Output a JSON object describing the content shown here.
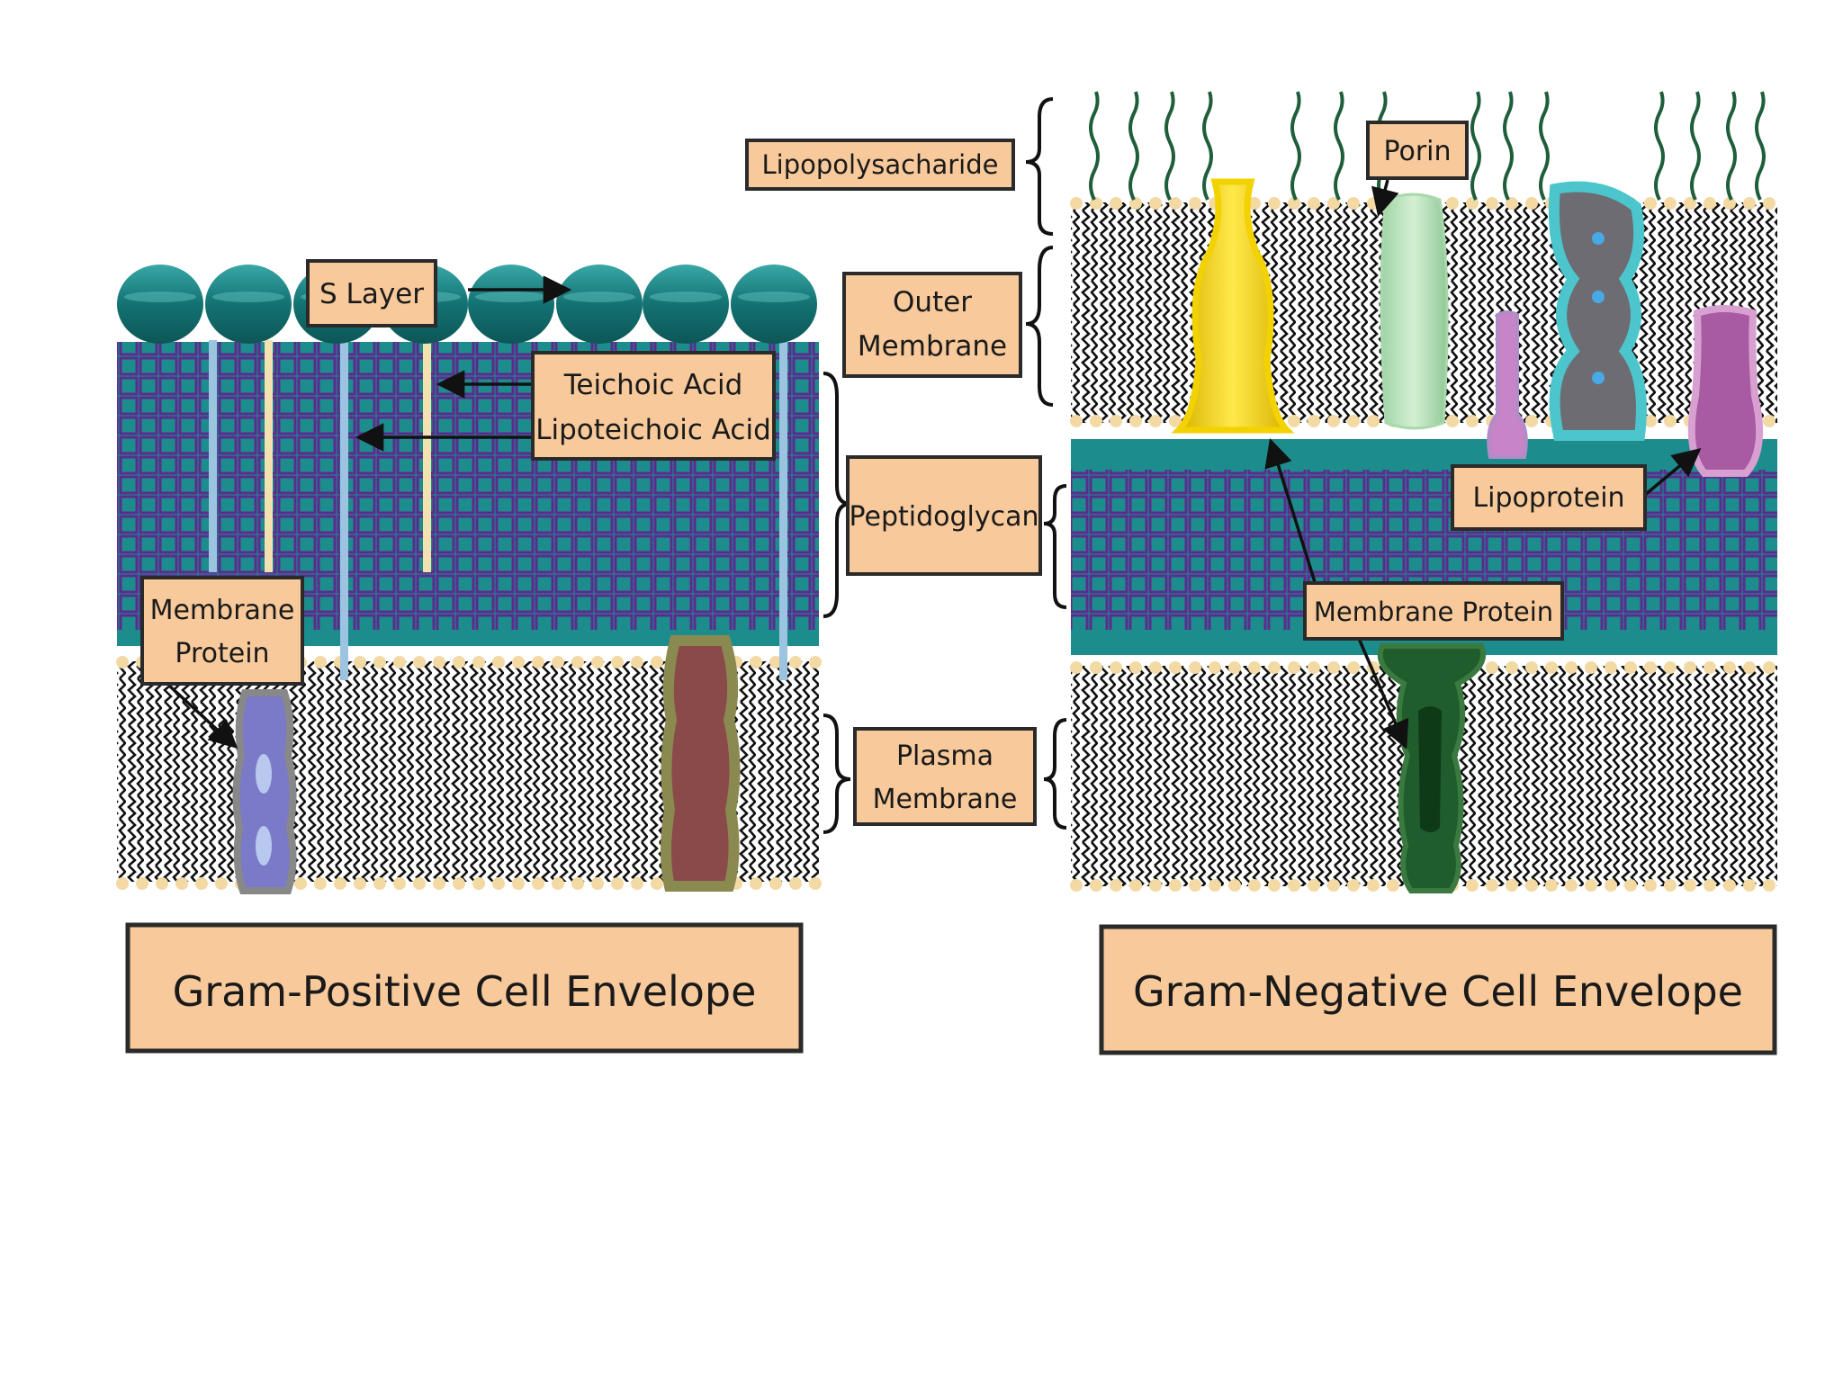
{
  "diagram": {
    "colors": {
      "label_fill": "#f7c99b",
      "label_stroke": "#2a2a2a",
      "peptidoglycan_teal": "#1d8c8c",
      "peptidoglycan_grid": "#5b2c8e",
      "s_layer_teal": "#157a7a",
      "lipid_head": "#f3d9a4",
      "lipid_tail": "#111111",
      "lps_chain": "#1f5e3a"
    },
    "labels": {
      "s_layer": "S Layer",
      "teichoic_1": "Teichoic Acid",
      "teichoic_2": "Lipoteichoic Acid",
      "membrane_protein_left_1": "Membrane",
      "membrane_protein_left_2": "Protein",
      "lipopolysaccharide": "Lipopolysacharide",
      "outer_membrane_1": "Outer",
      "outer_membrane_2": "Membrane",
      "peptidoglycan": "Peptidoglycan",
      "plasma_membrane_1": "Plasma",
      "plasma_membrane_2": "Membrane",
      "porin": "Porin",
      "lipoprotein": "Lipoprotein",
      "membrane_protein_right": "Membrane Protein",
      "gram_positive_title": "Gram-Positive Cell Envelope",
      "gram_negative_title": "Gram-Negative Cell Envelope"
    }
  }
}
